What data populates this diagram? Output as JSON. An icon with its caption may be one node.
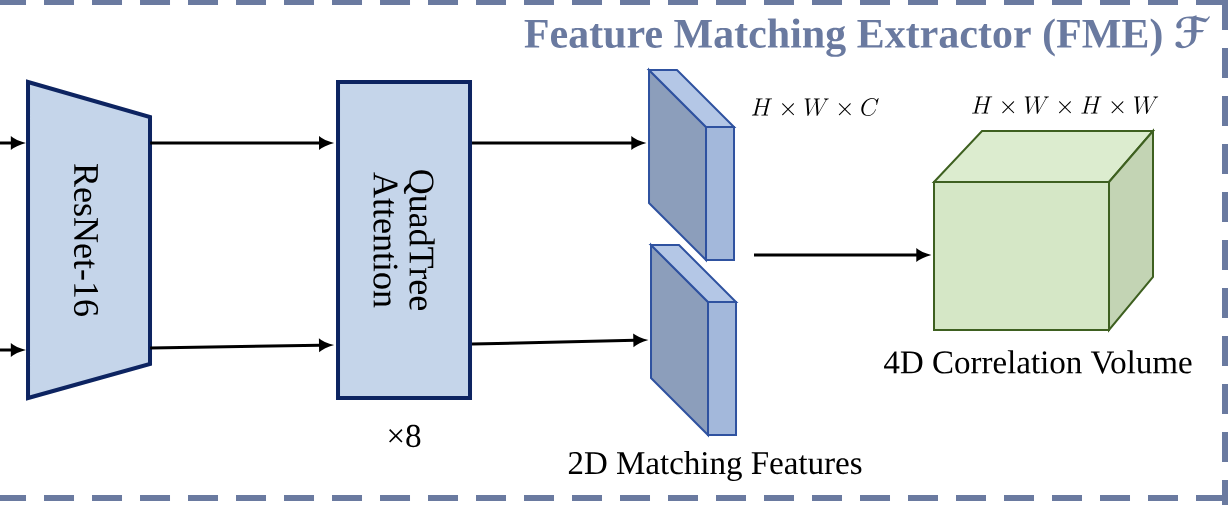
{
  "diagram": {
    "title": "Feature Matching Extractor (FME) ℱ",
    "nodes": [
      {
        "text": [
          "ResNet-16"
        ]
      },
      {
        "text": [
          "QuadTree Attention"
        ],
        "beside": [
          "×8"
        ]
      },
      {
        "text": [],
        "shape": "box"
      },
      {
        "text": [],
        "shape": "box",
        "beside": [
          "2D Matching Features"
        ]
      },
      {
        "text": [],
        "shape": "cube",
        "beside": [
          "4D Correlation Volume"
        ]
      }
    ],
    "edges": [
      {
        "from": null,
        "to": 0,
        "arrow": "to"
      },
      {
        "from": null,
        "to": 0,
        "arrow": "to"
      },
      {
        "from": 0,
        "to": 1,
        "arrow": "to"
      },
      {
        "from": 0,
        "to": 1,
        "arrow": "to"
      },
      {
        "from": 1,
        "to": 2,
        "arrow": "to"
      },
      {
        "from": 1,
        "to": 3,
        "arrow": "to"
      },
      {
        "from": null,
        "to": 4,
        "arrow": "to"
      }
    ],
    "labels": [
      "H \\times W \\times C",
      "H \\times W \\times H \\times W"
    ]
  }
}
